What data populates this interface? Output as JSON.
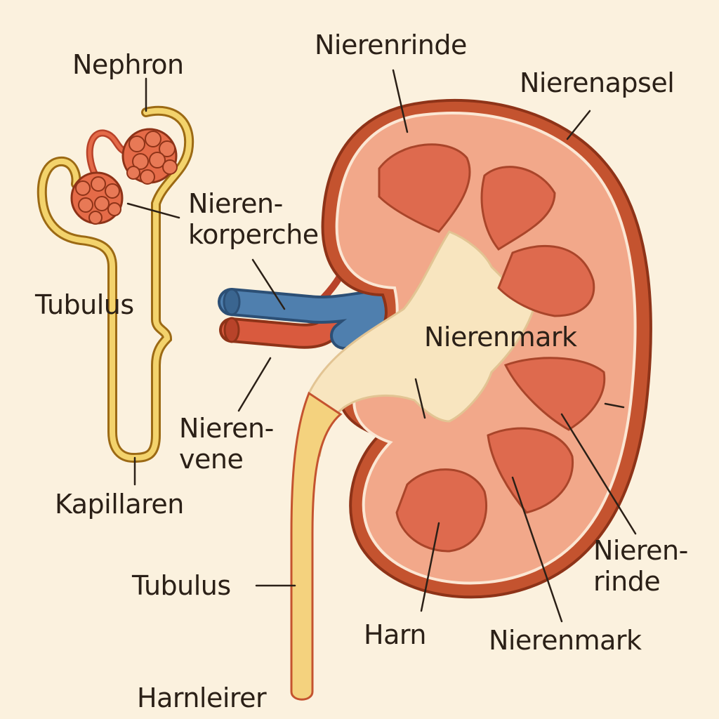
{
  "labels": {
    "nephron": "Nephron",
    "nierenrinde_top": "Nierenrinde",
    "nierenapsel": "Nierenapsel",
    "nierenkorperche_1": "Nieren-",
    "nierenkorperche_2": "korperche",
    "tubulus_left": "Tubulus",
    "nierenmark_center": "Nierenmark",
    "nierenvene_1": "Nieren-",
    "nierenvene_2": "vene",
    "kapillaren": "Kapillaren",
    "nierenrinde_right_1": "Nieren-",
    "nierenrinde_right_2": "rinde",
    "tubulus_bottom": "Tubulus",
    "harn": "Harn",
    "nierenmark_bottom": "Nierenmark",
    "harnleirer": "Harnleirer"
  },
  "colors": {
    "background": "#fbf1de",
    "capsule": "#c4532f",
    "cortex": "#f2a88a",
    "pyramid": "#de6a4e",
    "pelvis": "#f8e5bf",
    "ureter": "#f4d27e",
    "vein_blue": "#4f7fae",
    "artery_red": "#d95a3e",
    "tubule_yellow": "#e8bf48",
    "glomerulus": "#df5b3c",
    "outline": "#8e3318",
    "text": "#2b2017"
  }
}
